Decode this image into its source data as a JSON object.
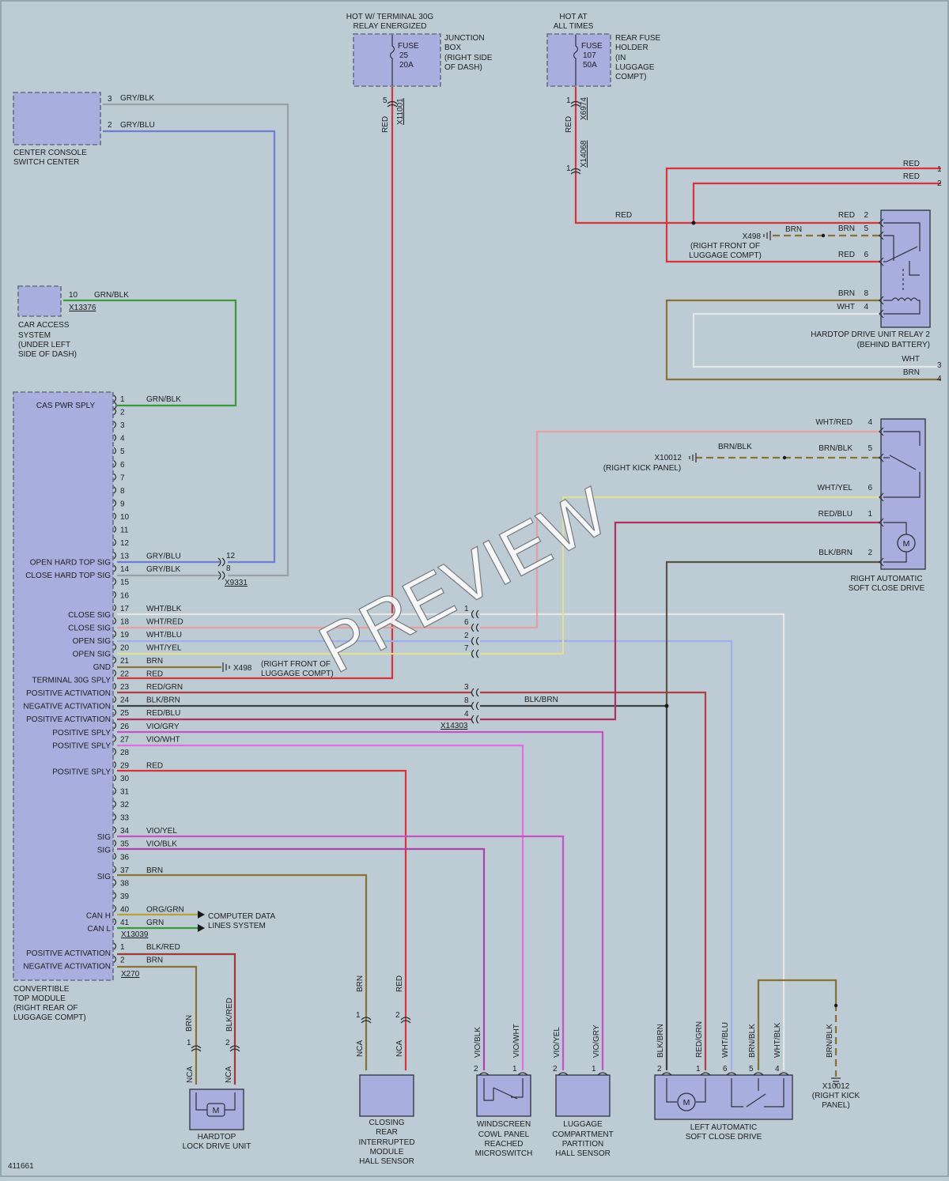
{
  "watermark": "PREVIEW",
  "figure_id": "411661",
  "colors": {
    "red": "#d8343c",
    "gry": "#9aa0a6",
    "blu": "#6e7fd0",
    "grn": "#3a9a3a",
    "brn": "#8a7236",
    "wht": "#e6e6e6",
    "vio": "#c850c8",
    "yel": "#d6d26a",
    "org": "#d0903a",
    "blk": "#404040",
    "box_fill": "#a8afdf",
    "background": "#bccbd4"
  },
  "components": {
    "relay_30g": {
      "header1": "HOT W/ TERMINAL 30G",
      "header2": "RELAY ENERGIZED",
      "fuse": "FUSE",
      "num": "25",
      "amps": "20A",
      "pin": "5",
      "circuit": "X11001",
      "wire": "RED"
    },
    "junction_box": [
      "JUNCTION",
      "BOX",
      "(RIGHT SIDE",
      "OF DASH)"
    ],
    "hot_all": {
      "header1": "HOT AT",
      "header2": "ALL TIMES",
      "fuse": "FUSE",
      "num": "107",
      "amps": "50A",
      "pin": "1",
      "circuit": "X6974",
      "wire": "RED",
      "pin2": "1",
      "circuit2": "X14068"
    },
    "rear_fuse": [
      "REAR FUSE",
      "HOLDER",
      "(IN",
      "LUGGAGE",
      "COMPT)"
    ],
    "ccsc": {
      "label": [
        "CENTER CONSOLE",
        "SWITCH CENTER"
      ],
      "pin3": "3",
      "pin2": "2",
      "w3": "GRY/BLK",
      "w2": "GRY/BLU"
    },
    "cas": {
      "label": [
        "CAR ACCESS",
        "SYSTEM",
        "(UNDER LEFT",
        "SIDE OF DASH)"
      ],
      "pin": "10",
      "wire": "GRN/BLK",
      "circuit": "X13376"
    },
    "relay2": {
      "label": [
        "HARDTOP DRIVE UNIT RELAY 2",
        "(BEHIND BATTERY)"
      ],
      "top_red1": "RED",
      "top_red2": "RED",
      "ref1": "1",
      "ref2": "2",
      "in_red": "RED",
      "ground": "X498",
      "ground_loc": [
        "(RIGHT FRONT OF",
        "LUGGAGE COMPT)"
      ],
      "ground_wire": "BRN",
      "pins": [
        {
          "wire": "RED",
          "pin": "2"
        },
        {
          "wire": "BRN",
          "pin": "5"
        },
        {
          "wire": "RED",
          "pin": "6"
        },
        {
          "wire": "BRN",
          "pin": "8"
        },
        {
          "wire": "WHT",
          "pin": "4"
        }
      ],
      "out_wht": "WHT",
      "out_brn": "BRN",
      "ref3": "3",
      "ref4": "4"
    },
    "rascd": {
      "label": [
        "RIGHT AUTOMATIC",
        "SOFT CLOSE DRIVE"
      ],
      "ground": "X10012",
      "ground_loc": "(RIGHT KICK PANEL)",
      "ground_wire": "BRN/BLK",
      "pins": [
        {
          "wire": "WHT/RED",
          "pin": "4"
        },
        {
          "wire": "BRN/BLK",
          "pin": "5"
        },
        {
          "wire": "WHT/YEL",
          "pin": "6"
        },
        {
          "wire": "RED/BLU",
          "pin": "1"
        },
        {
          "wire": "BLK/BRN",
          "pin": "2"
        }
      ]
    },
    "ctm": {
      "label": [
        "CONVERTIBLE",
        "TOP MODULE",
        "(RIGHT REAR OF",
        "LUGGAGE COMPT)"
      ],
      "header": "CAS PWR SPLY",
      "pins": [
        {
          "n": "1",
          "func": "",
          "wire": "GRN/BLK"
        },
        {
          "n": "2",
          "func": "",
          "wire": ""
        },
        {
          "n": "3",
          "func": "",
          "wire": ""
        },
        {
          "n": "4",
          "func": "",
          "wire": ""
        },
        {
          "n": "5",
          "func": "",
          "wire": ""
        },
        {
          "n": "6",
          "func": "",
          "wire": ""
        },
        {
          "n": "7",
          "func": "",
          "wire": ""
        },
        {
          "n": "8",
          "func": "",
          "wire": ""
        },
        {
          "n": "9",
          "func": "",
          "wire": ""
        },
        {
          "n": "10",
          "func": "",
          "wire": ""
        },
        {
          "n": "11",
          "func": "",
          "wire": ""
        },
        {
          "n": "12",
          "func": "",
          "wire": ""
        },
        {
          "n": "13",
          "func": "OPEN HARD TOP SIG",
          "wire": "GRY/BLU"
        },
        {
          "n": "14",
          "func": "CLOSE HARD TOP SIG",
          "wire": "GRY/BLK"
        },
        {
          "n": "15",
          "func": "",
          "wire": ""
        },
        {
          "n": "16",
          "func": "",
          "wire": ""
        },
        {
          "n": "17",
          "func": "CLOSE SIG",
          "wire": "WHT/BLK"
        },
        {
          "n": "18",
          "func": "CLOSE SIG",
          "wire": "WHT/RED"
        },
        {
          "n": "19",
          "func": "OPEN SIG",
          "wire": "WHT/BLU"
        },
        {
          "n": "20",
          "func": "OPEN SIG",
          "wire": "WHT/YEL"
        },
        {
          "n": "21",
          "func": "GND",
          "wire": "BRN"
        },
        {
          "n": "22",
          "func": "TERMINAL 30G SPLY",
          "wire": "RED"
        },
        {
          "n": "23",
          "func": "POSITIVE ACTIVATION",
          "wire": "RED/GRN"
        },
        {
          "n": "24",
          "func": "NEGATIVE ACTIVATION",
          "wire": "BLK/BRN"
        },
        {
          "n": "25",
          "func": "POSITIVE ACTIVATION",
          "wire": "RED/BLU"
        },
        {
          "n": "26",
          "func": "POSITIVE SPLY",
          "wire": "VIO/GRY"
        },
        {
          "n": "27",
          "func": "POSITIVE SPLY",
          "wire": "VIO/WHT"
        },
        {
          "n": "28",
          "func": "",
          "wire": ""
        },
        {
          "n": "29",
          "func": "POSITIVE SPLY",
          "wire": "RED"
        },
        {
          "n": "30",
          "func": "",
          "wire": ""
        },
        {
          "n": "31",
          "func": "",
          "wire": ""
        },
        {
          "n": "32",
          "func": "",
          "wire": ""
        },
        {
          "n": "33",
          "func": "",
          "wire": ""
        },
        {
          "n": "34",
          "func": "SIG",
          "wire": "VIO/YEL"
        },
        {
          "n": "35",
          "func": "SIG",
          "wire": "VIO/BLK"
        },
        {
          "n": "36",
          "func": "",
          "wire": ""
        },
        {
          "n": "37",
          "func": "SIG",
          "wire": "BRN"
        },
        {
          "n": "38",
          "func": "",
          "wire": ""
        },
        {
          "n": "39",
          "func": "",
          "wire": ""
        },
        {
          "n": "40",
          "func": "CAN H",
          "wire": "ORG/GRN"
        },
        {
          "n": "41",
          "func": "CAN L",
          "wire": "GRN"
        }
      ],
      "conn_x13039": "X13039",
      "x270_pins": [
        {
          "n": "1",
          "func": "POSITIVE ACTIVATION",
          "wire": "BLK/RED"
        },
        {
          "n": "2",
          "func": "NEGATIVE ACTIVATION",
          "wire": "BRN"
        }
      ],
      "conn_x270": "X270"
    },
    "x9331": {
      "name": "X9331",
      "pin12": "12",
      "pin8": "8"
    },
    "x14303": {
      "name": "X14303",
      "pins": [
        "1",
        "6",
        "2",
        "7",
        "3",
        "8",
        "4"
      ]
    },
    "gnd21": {
      "name": "X498",
      "loc": [
        "(RIGHT FRONT OF",
        "LUGGAGE COMPT)"
      ]
    },
    "can": [
      "COMPUTER DATA",
      "LINES SYSTEM"
    ],
    "blkbrn_mid": "BLK/BRN",
    "hardtop": {
      "label": [
        "HARDTOP",
        "LOCK DRIVE UNIT"
      ],
      "w1": "BRN",
      "w2": "BLK/RED",
      "p1": "1",
      "p2": "2",
      "nca": "NCA"
    },
    "closing": {
      "label": [
        "CLOSING",
        "REAR",
        "INTERRUPTED",
        "MODULE",
        "HALL SENSOR"
      ],
      "w1": "BRN",
      "w2": "RED",
      "p1": "1",
      "p2": "2",
      "nca": "NCA"
    },
    "windscreen": {
      "label": [
        "WINDSCREEN",
        "COWL PANEL",
        "REACHED",
        "MICROSWITCH"
      ],
      "w1": "VIO/BLK",
      "w2": "VIO/WHT",
      "p1": "2",
      "p2": "1"
    },
    "luggage": {
      "label": [
        "LUGGAGE",
        "COMPARTMENT",
        "PARTITION",
        "HALL SENSOR"
      ],
      "w1": "VIO/YEL",
      "w2": "VIO/GRY",
      "p1": "2",
      "p2": "1"
    },
    "lascd": {
      "label": [
        "LEFT AUTOMATIC",
        "SOFT CLOSE DRIVE"
      ],
      "pins": [
        {
          "wire": "BLK/BRN",
          "pin": "2"
        },
        {
          "wire": "RED/GRN",
          "pin": "1"
        },
        {
          "wire": "WHT/BLU",
          "pin": "6"
        },
        {
          "wire": "BRN/BLK",
          "pin": "5"
        },
        {
          "wire": "WHT/BLK",
          "pin": "4"
        }
      ],
      "ground": "X10012",
      "ground_loc": [
        "(RIGHT KICK",
        "PANEL)"
      ],
      "ground_wire": "BRN/BLK"
    },
    "motor": "M"
  }
}
